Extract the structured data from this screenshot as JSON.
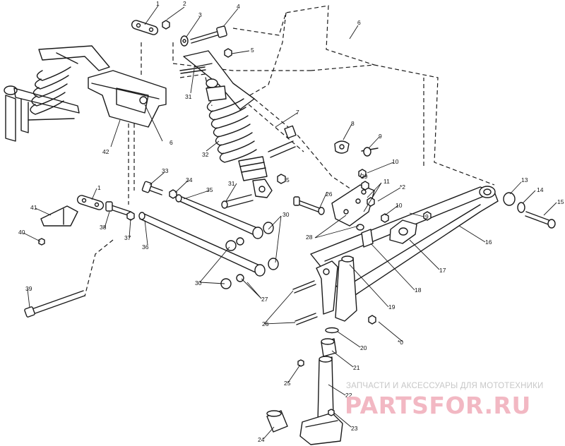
{
  "callouts": [
    "1",
    "2",
    "3",
    "4",
    "5",
    "6",
    "7",
    "8",
    "9",
    "10",
    "11",
    "*2",
    "13",
    "14",
    "15",
    "16",
    "17",
    "18",
    "19",
    "20",
    "21",
    "22",
    "23",
    "24",
    "25",
    "26",
    "27",
    "28",
    "29",
    "30",
    "31",
    "32",
    "33",
    "34",
    "35",
    "36",
    "37",
    "38",
    "39",
    "40",
    "41",
    "42",
    "*0"
  ],
  "watermark": {
    "caption": "ЗАПЧАСТИ И АКСЕССУАРЫ ДЛЯ МОТОТЕХНИКИ",
    "logo": "PARTSFOR.RU"
  }
}
